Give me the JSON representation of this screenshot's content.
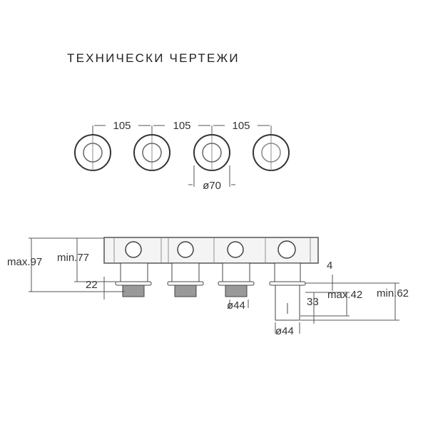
{
  "title": "ТЕХНИЧЕСКИ ЧЕРТЕЖИ",
  "front_view": {
    "spacing_labels": [
      "105",
      "105",
      "105"
    ],
    "diameter_label": "ø70"
  },
  "side_view": {
    "max_height_label": "max.97",
    "min_height_label": "min.77",
    "thread_label": "22",
    "nut_diameter_label": "ø44",
    "cylinder_diameter_label": "ø44",
    "offset_label": "4",
    "cylinder_label": "33",
    "max_depth_label": "max.42",
    "min_depth_label": "min.62"
  }
}
